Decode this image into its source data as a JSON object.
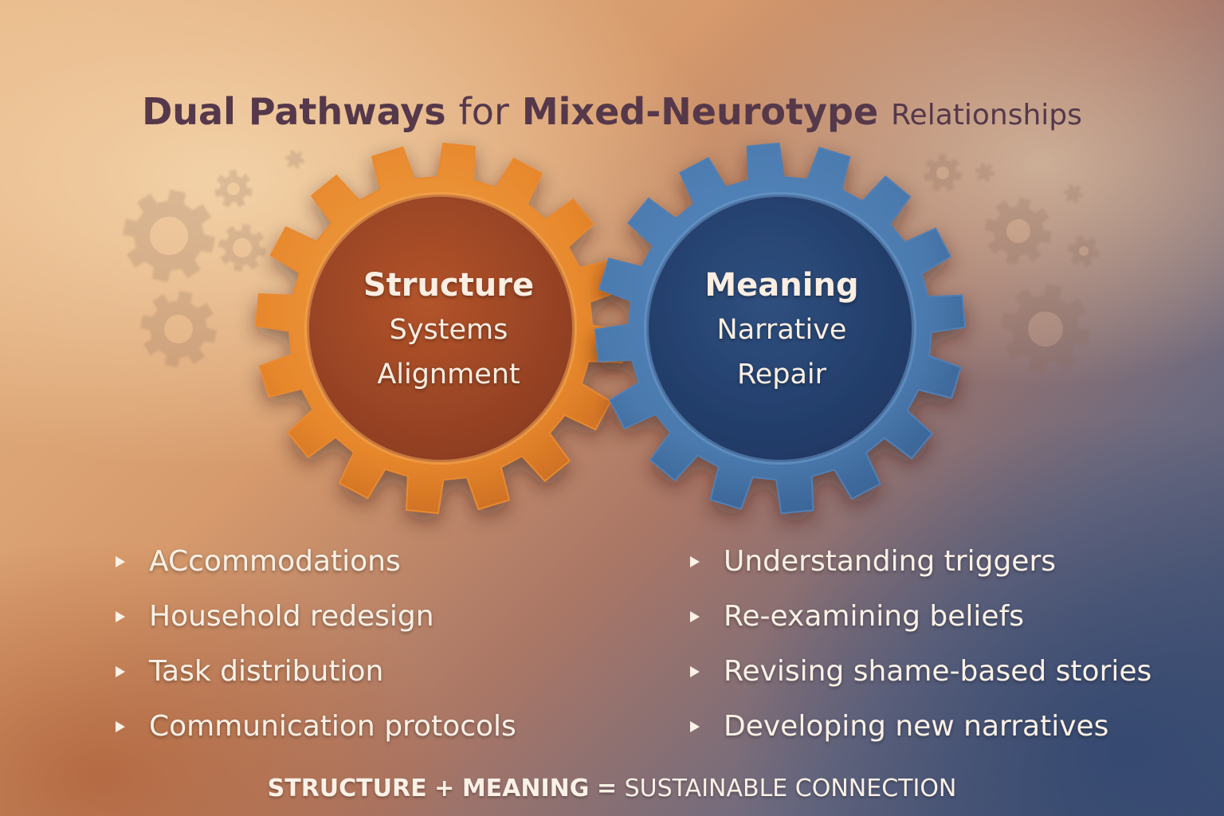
{
  "title": {
    "part1": "Dual Pathways",
    "part2": "for",
    "part3": "Mixed-Neurotype",
    "part4": "Relationships"
  },
  "gears": {
    "structure": {
      "heading": "Structure",
      "line1": "Systems",
      "line2": "Alignment",
      "color": "#e9892f"
    },
    "meaning": {
      "heading": "Meaning",
      "line1": "Narrative",
      "line2": "Repair",
      "color": "#4f7fb5"
    }
  },
  "structure_items": [
    "ACcommodations",
    "Household redesign",
    "Task distribution",
    "Communication protocols"
  ],
  "meaning_items": [
    "Understanding triggers",
    "Re-examining beliefs",
    "Revising shame-based stories",
    "Developing new narratives"
  ],
  "footer": {
    "structure": "STRUCTURE",
    "plus": "+",
    "meaning": "MEANING",
    "equals": "=",
    "result": "SUSTAINABLE CONNECTION"
  }
}
